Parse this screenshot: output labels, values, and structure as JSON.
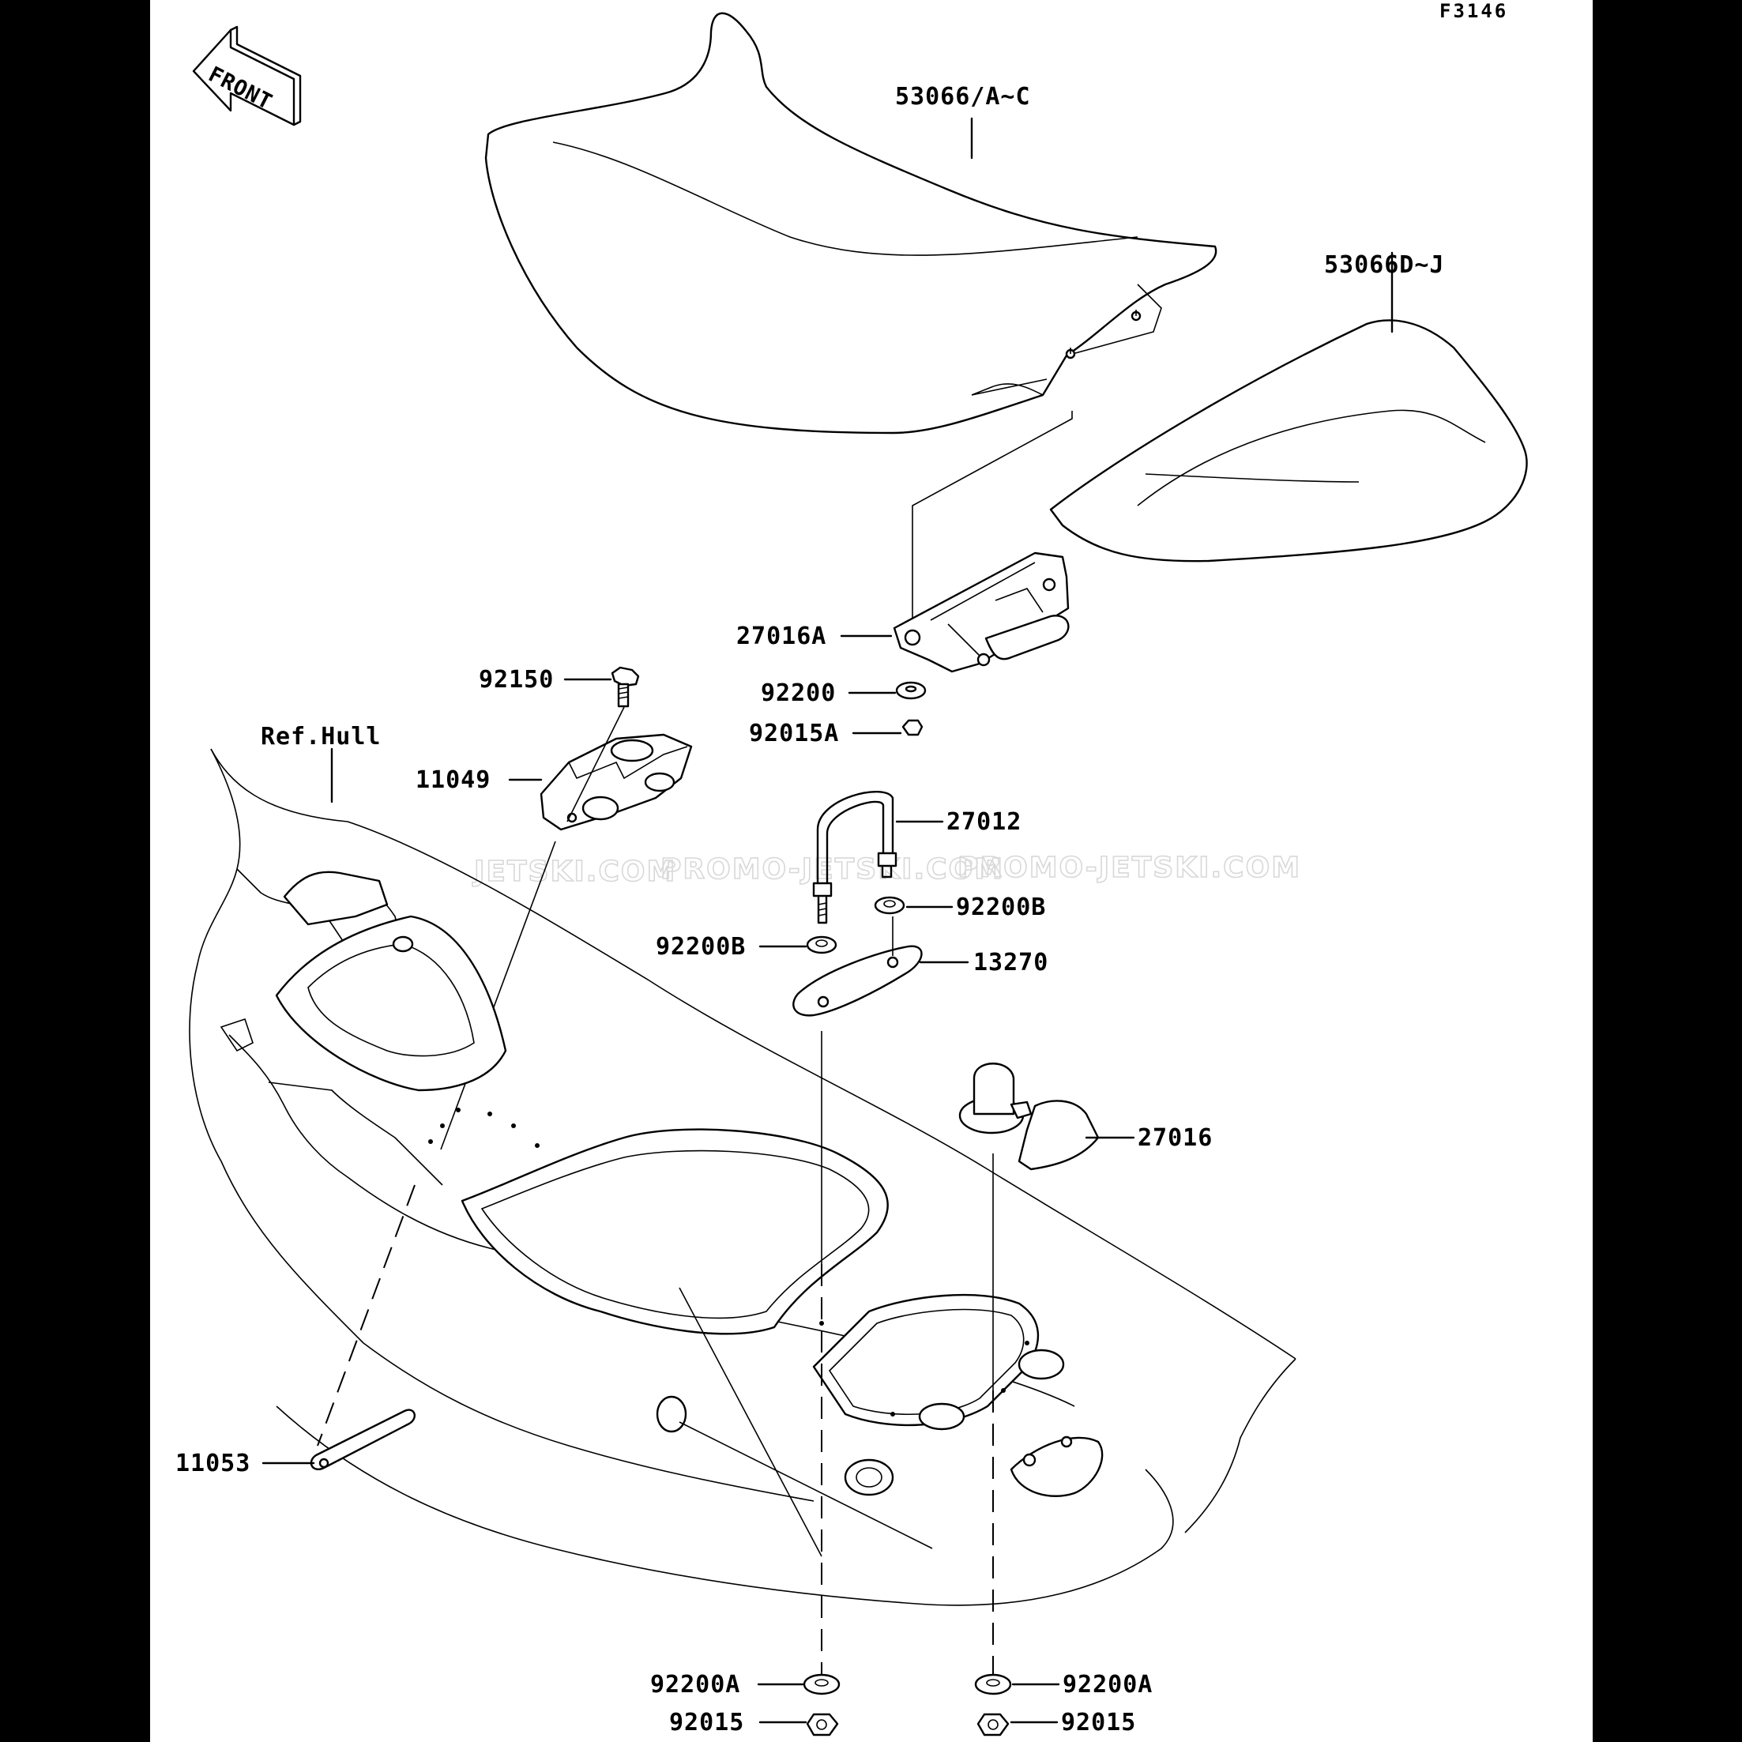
{
  "diagram_code": "F3146",
  "front_badge": "FRONT",
  "watermarks": [
    "JETSKI.COM",
    "PROMO-JETSKI.COM",
    "PROMO-JETSKI.COM"
  ],
  "part_labels": {
    "seat_front": "53066/A~C",
    "seat_rear": "53066D~J",
    "hinge_bracket": "27016A",
    "bolt": "92150",
    "washer_top": "92200",
    "nut_top": "92015A",
    "ref_hull": "Ref.Hull",
    "plate_11049": "11049",
    "u_bolt": "27012",
    "washer_b_right": "92200B",
    "washer_b_left": "92200B",
    "plate_13270": "13270",
    "latch": "27016",
    "strip_11053": "11053",
    "washer_a_left": "92200A",
    "washer_a_right": "92200A",
    "nut_left": "92015",
    "nut_right": "92015"
  }
}
